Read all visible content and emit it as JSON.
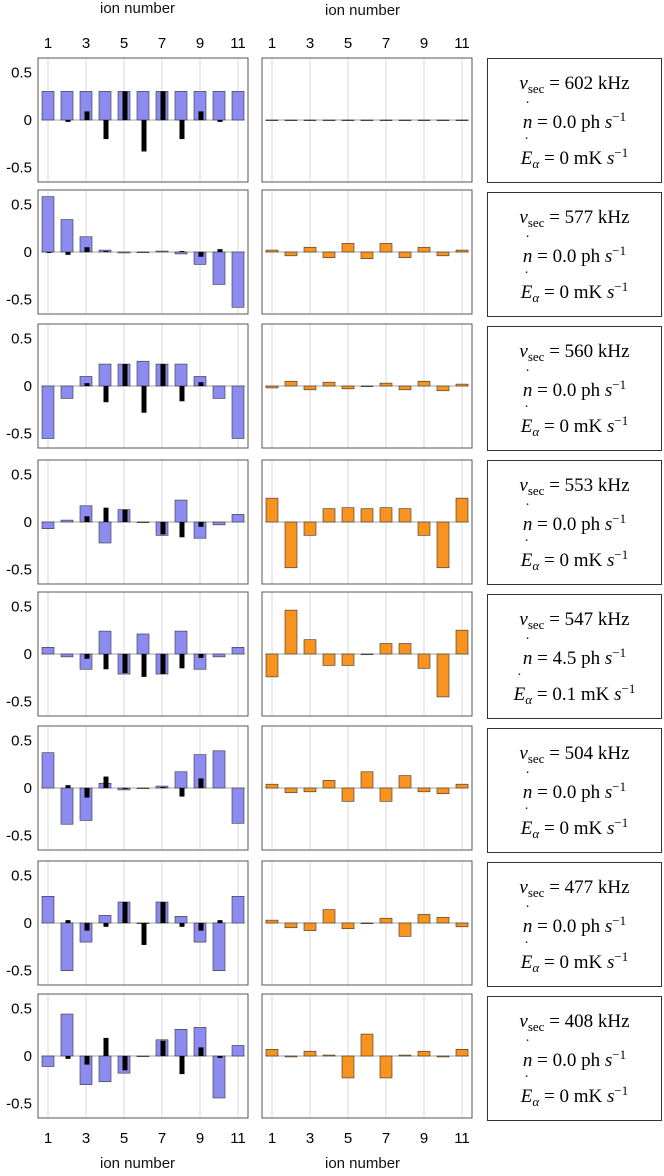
{
  "chart_data": {
    "type": "bar",
    "xlabel": "ion number",
    "x_tick_labels": [
      "1",
      "3",
      "5",
      "7",
      "9",
      "11"
    ],
    "ion_numbers": [
      1,
      2,
      3,
      4,
      5,
      6,
      7,
      8,
      9,
      10,
      11
    ],
    "ylim": [
      -0.65,
      0.65
    ],
    "y_tick_labels": [
      "0.5",
      "0",
      "-0.5"
    ],
    "grid": "vertical at odd ion numbers",
    "series_colors": {
      "left_bars": "#8c8cf0",
      "left_inner": "#000000",
      "right_bars": "#f7931e"
    },
    "rows": [
      {
        "freq": "602",
        "ndot": "0.0",
        "edot": "0",
        "left_bars": [
          0.3,
          0.3,
          0.3,
          0.3,
          0.3,
          0.3,
          0.3,
          0.3,
          0.3,
          0.3,
          0.3
        ],
        "left_inner": [
          0.0,
          -0.02,
          0.09,
          -0.2,
          0.3,
          -0.33,
          0.3,
          -0.2,
          0.09,
          -0.02,
          0.0
        ],
        "right_bars": [
          0,
          0,
          0,
          0,
          0,
          0,
          0,
          0,
          0,
          0,
          0
        ]
      },
      {
        "freq": "577",
        "ndot": "0.0",
        "edot": "0",
        "left_bars": [
          0.58,
          0.34,
          0.16,
          0.02,
          -0.01,
          0.0,
          0.01,
          -0.02,
          -0.13,
          -0.34,
          -0.58
        ],
        "left_inner": [
          -0.01,
          -0.03,
          0.05,
          0.01,
          0.0,
          0.0,
          0.0,
          0.01,
          -0.05,
          0.03,
          0.0
        ],
        "right_bars": [
          0.02,
          -0.04,
          0.05,
          -0.06,
          0.09,
          -0.07,
          0.09,
          -0.06,
          0.05,
          -0.04,
          0.02
        ]
      },
      {
        "freq": "560",
        "ndot": "0.0",
        "edot": "0",
        "left_bars": [
          -0.55,
          -0.13,
          0.1,
          0.23,
          0.23,
          0.26,
          0.23,
          0.23,
          0.1,
          -0.13,
          -0.55
        ],
        "left_inner": [
          0.0,
          0.0,
          0.03,
          -0.17,
          0.23,
          -0.28,
          0.23,
          -0.16,
          0.04,
          0.0,
          0.0
        ],
        "right_bars": [
          -0.02,
          0.05,
          -0.04,
          0.04,
          -0.03,
          0.0,
          0.03,
          -0.04,
          0.05,
          -0.05,
          0.02
        ]
      },
      {
        "freq": "553",
        "ndot": "0.0",
        "edot": "0",
        "left_bars": [
          -0.07,
          0.02,
          0.17,
          -0.22,
          0.13,
          0.0,
          -0.14,
          0.23,
          -0.17,
          -0.03,
          0.08
        ],
        "left_inner": [
          0.0,
          0.0,
          0.06,
          0.15,
          0.13,
          0.0,
          -0.13,
          -0.16,
          -0.05,
          0.0,
          0.0
        ],
        "right_bars": [
          0.25,
          -0.48,
          -0.14,
          0.14,
          0.15,
          0.14,
          0.15,
          0.14,
          -0.14,
          -0.48,
          0.25
        ]
      },
      {
        "freq": "547",
        "ndot": "4.5",
        "edot": "0.1",
        "left_bars": [
          0.07,
          -0.03,
          -0.16,
          0.24,
          -0.21,
          0.21,
          -0.21,
          0.24,
          -0.16,
          -0.03,
          0.07
        ],
        "left_inner": [
          0.0,
          0.0,
          -0.05,
          -0.16,
          -0.2,
          -0.24,
          -0.21,
          -0.15,
          -0.04,
          0.0,
          0.0
        ],
        "right_bars": [
          -0.24,
          0.46,
          0.15,
          -0.12,
          -0.12,
          0.0,
          0.11,
          0.11,
          -0.15,
          -0.45,
          0.25
        ]
      },
      {
        "freq": "504",
        "ndot": "0.0",
        "edot": "0",
        "left_bars": [
          0.37,
          -0.38,
          -0.34,
          0.05,
          -0.02,
          0.0,
          0.02,
          0.17,
          0.35,
          0.39,
          -0.37
        ],
        "left_inner": [
          0.0,
          0.03,
          -0.1,
          0.12,
          -0.01,
          0.0,
          0.01,
          -0.09,
          0.1,
          0.0,
          0.0
        ],
        "right_bars": [
          0.04,
          -0.05,
          -0.04,
          0.08,
          -0.14,
          0.17,
          -0.14,
          0.13,
          -0.04,
          -0.06,
          0.04
        ]
      },
      {
        "freq": "477",
        "ndot": "0.0",
        "edot": "0",
        "left_bars": [
          0.28,
          -0.5,
          -0.2,
          0.08,
          0.22,
          0.0,
          0.22,
          0.07,
          -0.2,
          -0.5,
          0.28
        ],
        "left_inner": [
          0.0,
          0.03,
          -0.08,
          -0.04,
          0.22,
          -0.23,
          0.22,
          -0.04,
          -0.08,
          0.03,
          0.0
        ],
        "right_bars": [
          0.03,
          -0.05,
          -0.08,
          0.14,
          -0.06,
          0.0,
          0.05,
          -0.14,
          0.09,
          0.06,
          -0.04
        ]
      },
      {
        "freq": "408",
        "ndot": "0.0",
        "edot": "0",
        "left_bars": [
          -0.11,
          0.44,
          -0.3,
          -0.27,
          -0.18,
          0.0,
          0.17,
          0.28,
          0.3,
          -0.44,
          0.11
        ],
        "left_inner": [
          0.0,
          -0.03,
          -0.09,
          0.19,
          -0.15,
          0.0,
          0.16,
          -0.19,
          0.09,
          -0.02,
          0.0
        ],
        "right_bars": [
          0.07,
          -0.01,
          0.05,
          0.01,
          -0.23,
          0.23,
          -0.23,
          0.01,
          0.05,
          -0.01,
          0.07
        ]
      }
    ]
  },
  "info_labels": {
    "v_symbol": "v",
    "v_sub": "sec",
    "n_symbol": "n",
    "e_symbol": "E",
    "e_sub": "α",
    "freq_unit": "kHz",
    "ndot_unit": "ph",
    "edot_unit": "mK",
    "per_second": "s",
    "inv_exp": "−1"
  }
}
